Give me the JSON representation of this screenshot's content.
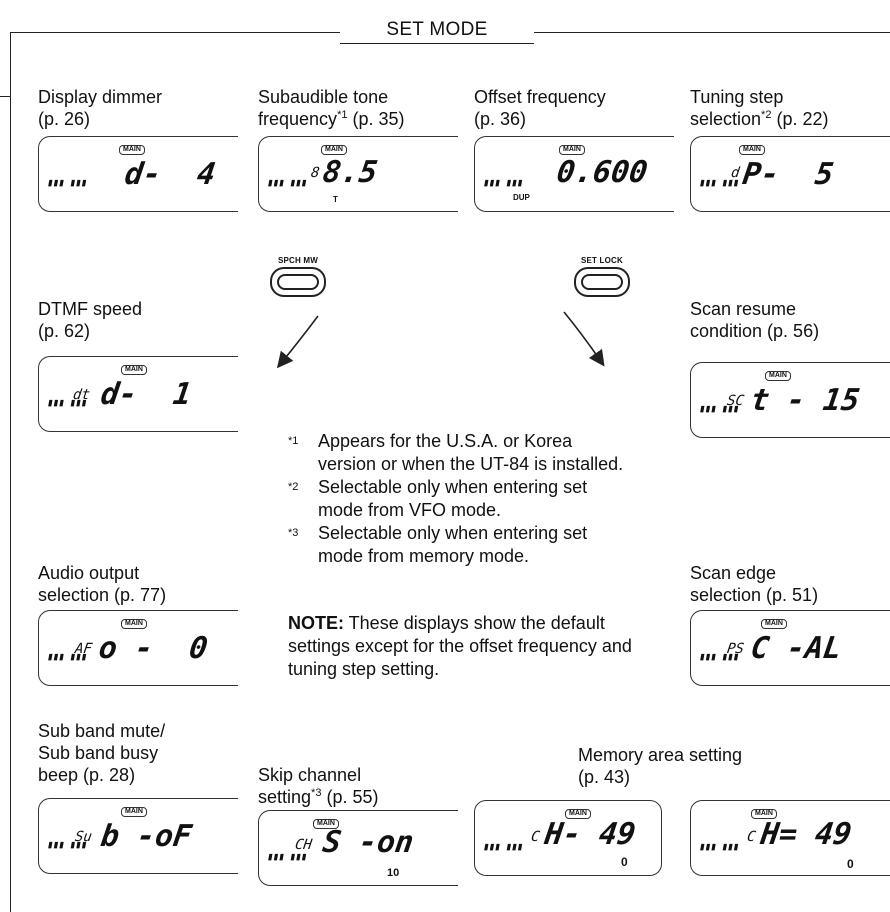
{
  "title": "SET MODE",
  "items": {
    "dimmer": {
      "label": "Display dimmer\n(p. 26)",
      "digits": "d-  4"
    },
    "tone": {
      "label_a": "Subaudible tone\nfrequency",
      "mark": "*1",
      "label_b": " (p. 35)",
      "prefix": "8",
      "digits": "8.5",
      "sub": "T"
    },
    "offset": {
      "label": "Offset frequency\n(p. 36)",
      "digits": "0.600",
      "sub": "DUP"
    },
    "step": {
      "label_a": "Tuning step\nselection",
      "mark": "*2",
      "label_b": " (p. 22)",
      "prefix": "d",
      "digits": "P-  5"
    },
    "dtmf": {
      "label": "DTMF speed\n(p. 62)",
      "prefix": "dt",
      "digits": "d-  1"
    },
    "scan_resume": {
      "label": "Scan resume\ncondition (p. 56)",
      "prefix": "SC",
      "digits": "t - 15"
    },
    "audio": {
      "label": "Audio output\nselection (p. 77)",
      "prefix": "AF",
      "digits": "o -  0"
    },
    "scan_edge": {
      "label": "Scan edge\nselection (p. 51)",
      "prefix": "PS",
      "digits": "C -AL"
    },
    "subband": {
      "label": "Sub band mute/\nSub band busy\nbeep (p. 28)",
      "prefix": "Su",
      "digits": "b -oF"
    },
    "skip": {
      "label_a": "Skip channel\nsetting",
      "mark": "*3",
      "label_b": " (p. 55)",
      "prefix": "CH",
      "digits": "S -on",
      "sub": "10"
    },
    "memory_area": {
      "label": "Memory area setting\n(p. 43)",
      "prefix": "C",
      "digits": "H- 49",
      "sub": "0",
      "digits2": "H= 49",
      "sub2": "0"
    }
  },
  "buttons": {
    "left": "SPCH MW",
    "right": "SET LOCK"
  },
  "main_tag": "MAIN",
  "bars_glyph": "▮▮▮\n▮▮▮",
  "footnotes": [
    {
      "mark": "*1",
      "text": "Appears for the U.S.A. or Korea version or when the UT-84 is installed."
    },
    {
      "mark": "*2",
      "text": "Selectable only when entering set mode from VFO mode."
    },
    {
      "mark": "*3",
      "text": "Selectable only when entering set mode from memory mode."
    }
  ],
  "note": {
    "label": "NOTE:",
    "text": " These displays show the default settings except for the offset frequency and tuning step setting."
  }
}
